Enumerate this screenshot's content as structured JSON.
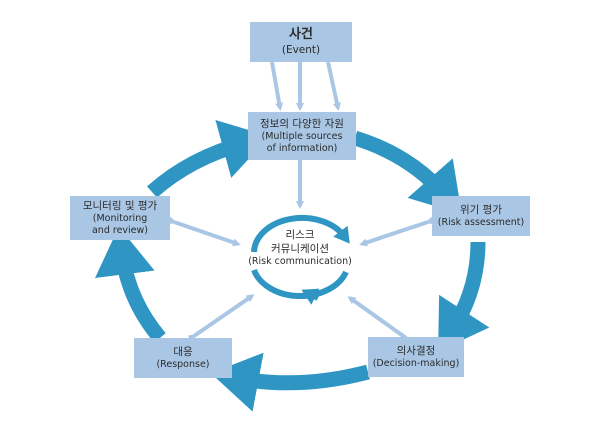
{
  "colors": {
    "node_fill": "#a9c7e4",
    "cycle_arrow": "#2f96c4",
    "connector_arrow": "#a9c7e4",
    "center_ring": "#2f96c4"
  },
  "event": {
    "ko": "사건",
    "en": "(Event)"
  },
  "sources": {
    "ko": "정보의 다양한 자원",
    "en1": "(Multiple sources",
    "en2": "of information)"
  },
  "risk_assessment": {
    "ko": "위기 평가",
    "en": "(Risk assessment)"
  },
  "decision": {
    "ko": "의사결정",
    "en": "(Decision-making)"
  },
  "response": {
    "ko": "대응",
    "en": "(Response)"
  },
  "monitoring": {
    "ko": "모니터링 및 평가",
    "en1": "(Monitoring",
    "en2": "and review)"
  },
  "center": {
    "ko1": "리스크",
    "ko2": "커뮤니케이션",
    "en": "(Risk communication)"
  }
}
